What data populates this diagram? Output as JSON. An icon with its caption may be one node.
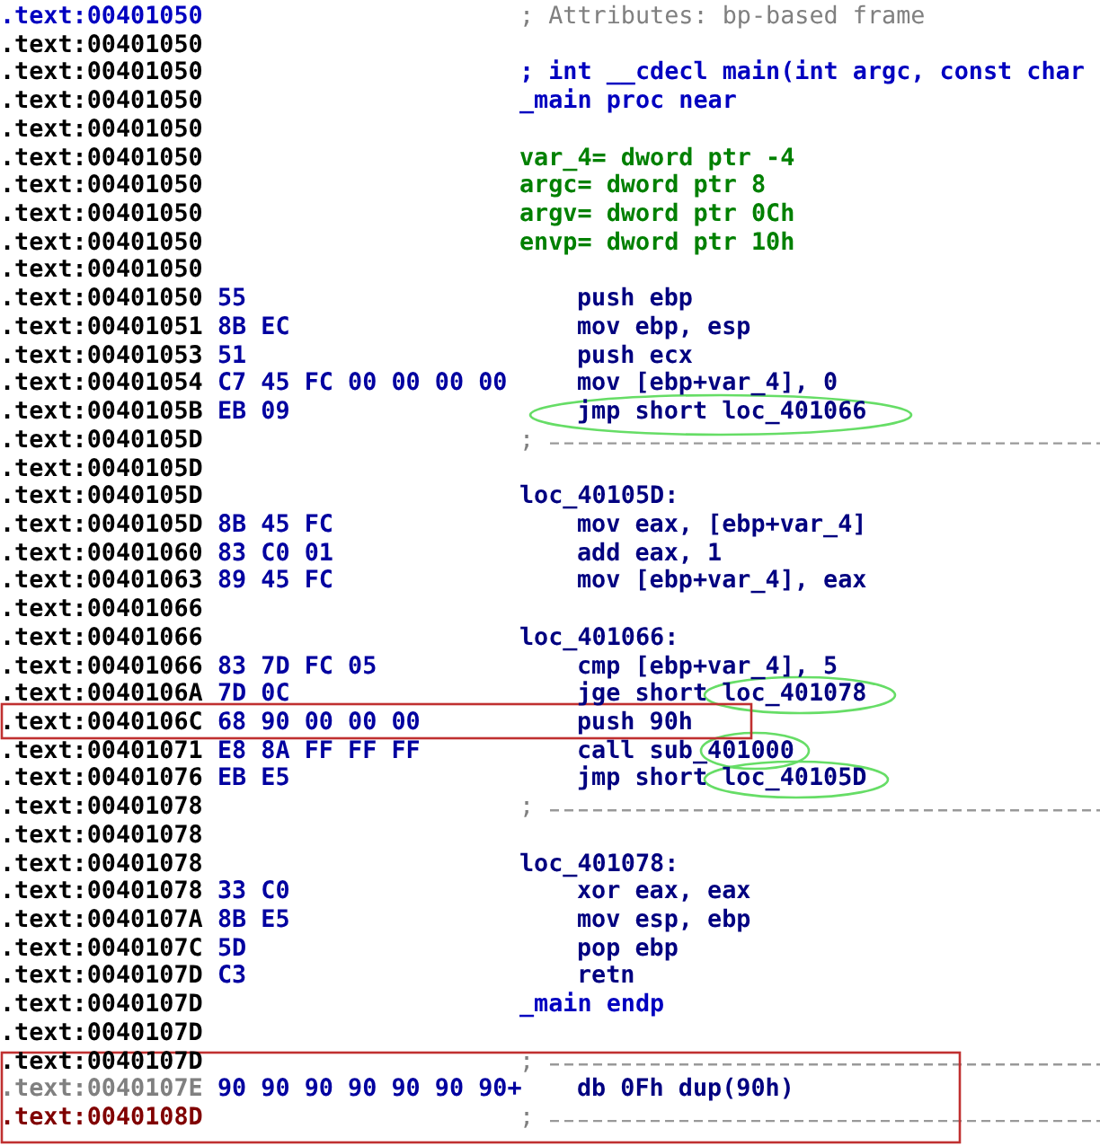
{
  "diagram": {
    "labels": [
      ".text:00401050",
      "; Attributes: bp-based frame",
      ".text:00401050",
      ".text:00401050",
      "; int __cdecl main(int argc, const char",
      ".text:00401050",
      "_main proc near",
      ".text:00401050",
      ".text:00401050",
      "var_4= dword ptr -4",
      ".text:00401050",
      "argc= dword ptr  8",
      ".text:00401050",
      "argv= dword ptr  0Ch",
      ".text:00401050",
      "envp= dword ptr  10h",
      ".text:00401050",
      ".text:00401050",
      "55",
      "push ebp",
      ".text:00401051",
      "8B EC",
      "mov ebp, esp",
      ".text:00401053",
      "51",
      "push ecx",
      ".text:00401054",
      "C7 45 FC 00 00 00 00",
      "mov [ebp+var_4], 0",
      ".text:0040105B",
      "EB 09",
      "jmp short loc_401066",
      ".text:0040105D",
      ";",
      ".text:0040105D",
      ".text:0040105D",
      "loc_40105D:",
      ".text:0040105D",
      "8B 45 FC",
      "mov eax, [ebp+var_4]",
      ".text:00401060",
      "83 C0 01",
      "add eax, 1",
      ".text:00401063",
      "89 45 FC",
      "mov [ebp+var_4], eax",
      ".text:00401066",
      ".text:00401066",
      "loc_401066:",
      ".text:00401066",
      "83 7D FC 05",
      "cmp [ebp+var_4], 5",
      ".text:0040106A",
      "7D 0C",
      "jge short loc_401078",
      ".text:0040106C",
      "68 90 00 00 00",
      "push 90h",
      ".text:00401071",
      "E8 8A FF FF FF",
      "call sub_401000",
      ".text:00401076",
      "EB E5",
      "jmp short loc_40105D",
      ".text:00401078",
      ";",
      ".text:00401078",
      ".text:00401078",
      "loc_401078:",
      ".text:00401078",
      "33 C0",
      "xor eax, eax",
      ".text:0040107A",
      "8B E5",
      "mov esp, ebp",
      ".text:0040107C",
      "5D",
      "pop ebp",
      ".text:0040107D",
      "C3",
      "retn",
      ".text:0040107D",
      "_main endp",
      ".text:0040107D",
      ".text:0040107D",
      ";",
      ".text:0040107E",
      "90 90 90 90 90 90 90+",
      "db 0Fh dup(90h)",
      ".text:0040108D",
      ";"
    ]
  }
}
